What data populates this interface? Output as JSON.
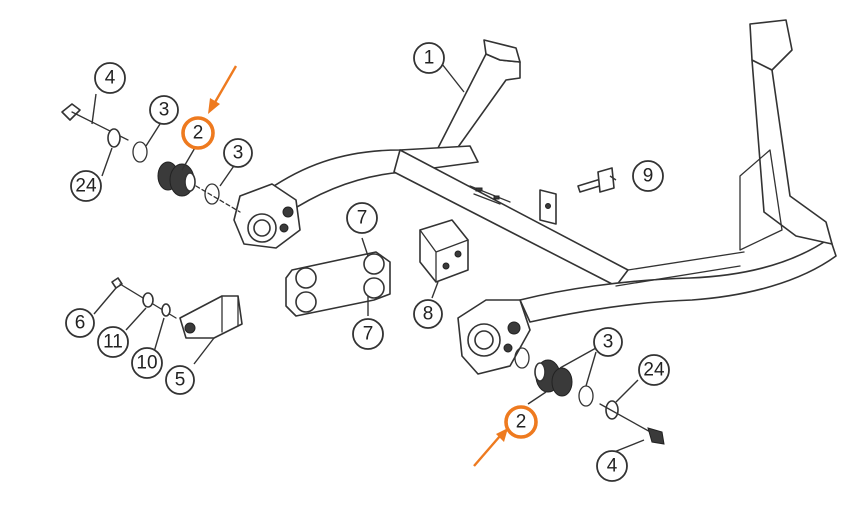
{
  "callouts": [
    {
      "label": "1",
      "highlight": false
    },
    {
      "label": "2",
      "highlight": true
    },
    {
      "label": "2",
      "highlight": true
    },
    {
      "label": "3",
      "highlight": false
    },
    {
      "label": "3",
      "highlight": false
    },
    {
      "label": "3",
      "highlight": false
    },
    {
      "label": "4",
      "highlight": false
    },
    {
      "label": "4",
      "highlight": false
    },
    {
      "label": "5",
      "highlight": false
    },
    {
      "label": "6",
      "highlight": false
    },
    {
      "label": "7",
      "highlight": false
    },
    {
      "label": "7",
      "highlight": false
    },
    {
      "label": "8",
      "highlight": false
    },
    {
      "label": "9",
      "highlight": false
    },
    {
      "label": "10",
      "highlight": false
    },
    {
      "label": "11",
      "highlight": false
    },
    {
      "label": "24",
      "highlight": false
    },
    {
      "label": "24",
      "highlight": false
    }
  ],
  "colors": {
    "highlight": "#ee7a1f",
    "line": "#333333",
    "background": "#ffffff"
  }
}
